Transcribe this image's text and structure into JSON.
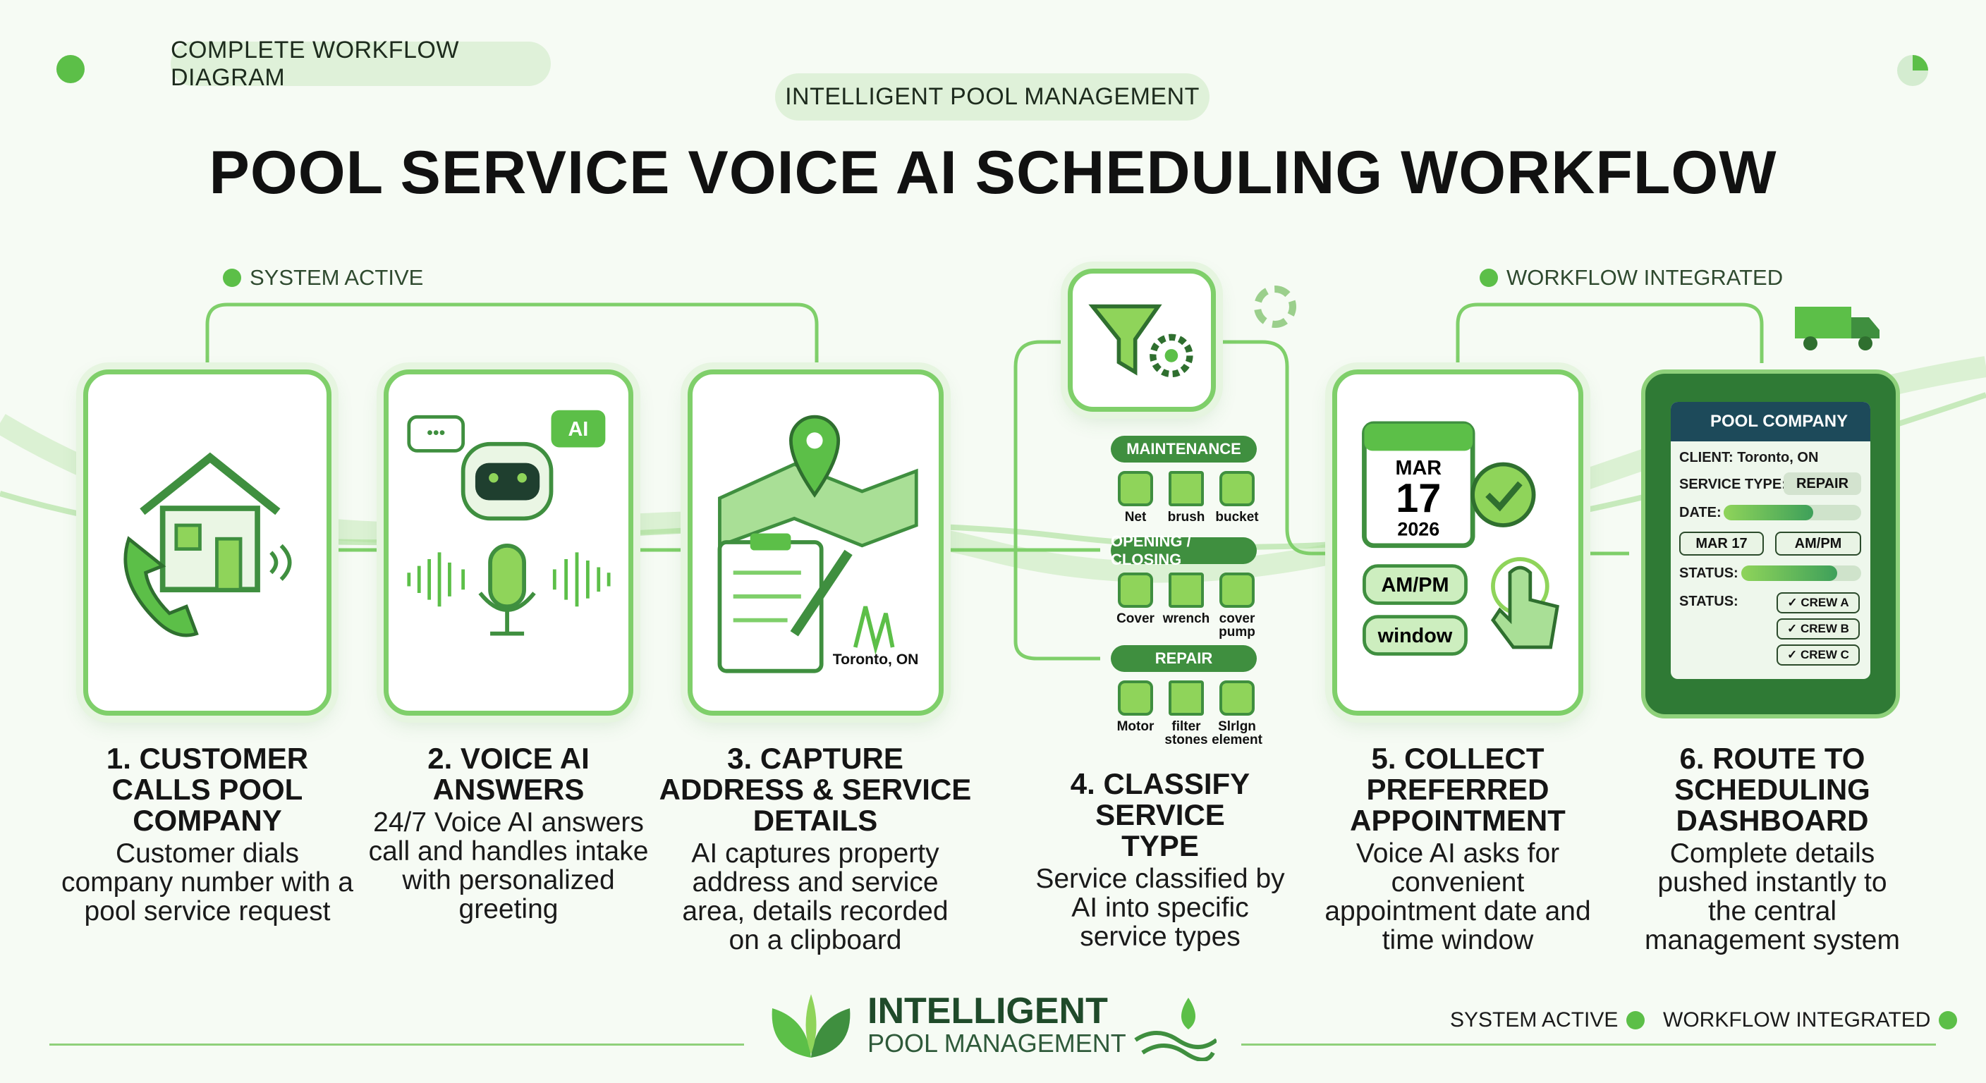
{
  "header": {
    "badge": "COMPLETE WORKFLOW DIAGRAM",
    "subtitle": "INTELLIGENT POOL MANAGEMENT",
    "title": "POOL SERVICE VOICE AI SCHEDULING WORKFLOW"
  },
  "status": {
    "system_active": "SYSTEM ACTIVE",
    "workflow_integrated": "WORKFLOW INTEGRATED"
  },
  "colors": {
    "accent": "#5cbf48",
    "dark_green": "#3f8f3f",
    "card_border": "#7fcf6a",
    "dashboard_header": "#1d4a5a"
  },
  "steps": [
    {
      "title": "1. CUSTOMER CALLS POOL COMPANY",
      "desc": "Customer dials company number with a pool service request",
      "icon": "house-phone-icon"
    },
    {
      "title": "2. VOICE AI ANSWERS",
      "desc": "24/7 Voice AI answers call and handles intake with personalized greeting",
      "icon": "robot-microphone-icon",
      "badge": "AI"
    },
    {
      "title": "3. CAPTURE ADDRESS & SERVICE DETAILS",
      "desc": "AI captures property address and service area, details recorded on a clipboard",
      "icon": "map-clipboard-icon",
      "location": "Toronto, ON"
    },
    {
      "title": "4. CLASSIFY SERVICE TYPE",
      "desc": "Service classified by AI into specific service types",
      "icon": "funnel-gear-icon"
    },
    {
      "title": "5. COLLECT PREFERRED APPOINTMENT",
      "desc": "Voice AI asks for convenient appointment date and time window",
      "icon": "calendar-icon",
      "cal_month": "MAR",
      "cal_day": "17",
      "cal_year": "2026",
      "chip1": "AM/PM",
      "chip2": "window"
    },
    {
      "title": "6. ROUTE TO SCHEDULING DASHBOARD",
      "desc": "Complete details pushed instantly to the central management system",
      "icon": "tablet-dashboard-icon"
    }
  ],
  "categories": [
    {
      "label": "MAINTENANCE",
      "items": [
        "Net",
        "brush",
        "bucket"
      ]
    },
    {
      "label": "OPENING / CLOSING",
      "items": [
        "Cover",
        "wrench",
        "cover pump"
      ]
    },
    {
      "label": "REPAIR",
      "items": [
        "Motor",
        "filter stones",
        "Slrlgn element"
      ]
    }
  ],
  "dashboard": {
    "company": "POOL COMPANY",
    "client_label": "CLIENT:",
    "client": "Toronto, ON",
    "service_label": "SERVICE TYPE:",
    "service": "REPAIR",
    "date_label": "DATE:",
    "date_progress": 0.65,
    "date": "MAR 17",
    "time": "AM/PM",
    "status_label": "STATUS:",
    "status_progress": 0.8,
    "status2_label": "STATUS:",
    "crews": [
      "CREW A",
      "CREW B",
      "CREW C"
    ]
  },
  "footer": {
    "logo_line1": "INTELLIGENT",
    "logo_line2": "POOL MANAGEMENT",
    "system_active": "SYSTEM ACTIVE",
    "workflow_integrated": "WORKFLOW INTEGRATED"
  }
}
